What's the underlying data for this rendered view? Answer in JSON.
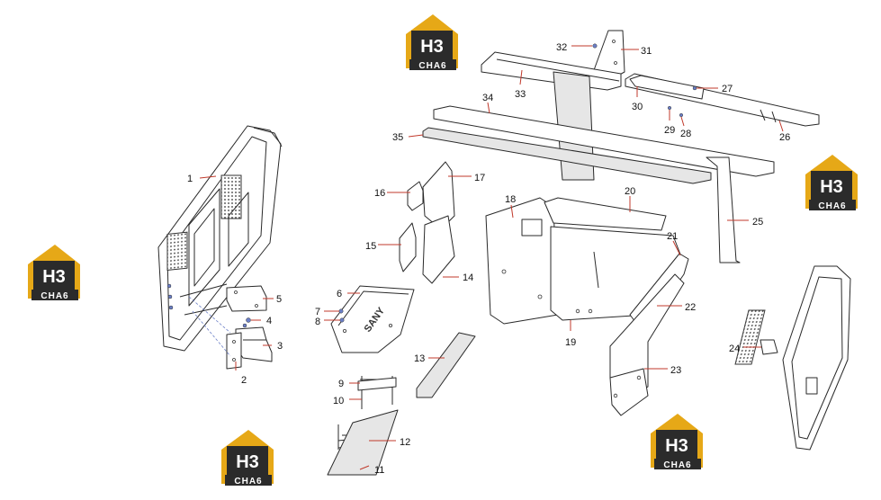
{
  "logo": {
    "mark": "H3",
    "text": "CHA6",
    "color_gold": "#e6a817",
    "color_dark": "#2b2b2b"
  },
  "labels": {
    "p1": "1",
    "p2": "2",
    "p3": "3",
    "p4": "4",
    "p5": "5",
    "p6": "6",
    "p7": "7",
    "p8": "8",
    "p9": "9",
    "p10": "10",
    "p11": "11",
    "p12": "12",
    "p13": "13",
    "p14": "14",
    "p15": "15",
    "p16": "16",
    "p17": "17",
    "p18": "18",
    "p19": "19",
    "p20": "20",
    "p21": "21",
    "p22": "22",
    "p23": "23",
    "p24": "24",
    "p25": "25",
    "p26": "26",
    "p27": "27",
    "p28": "28",
    "p29": "29",
    "p30": "30",
    "p31": "31",
    "p32": "32",
    "p33": "33",
    "p34": "34",
    "p35": "35"
  },
  "colors": {
    "leader": "#c0392b",
    "bolt": "#6b7fc7"
  }
}
